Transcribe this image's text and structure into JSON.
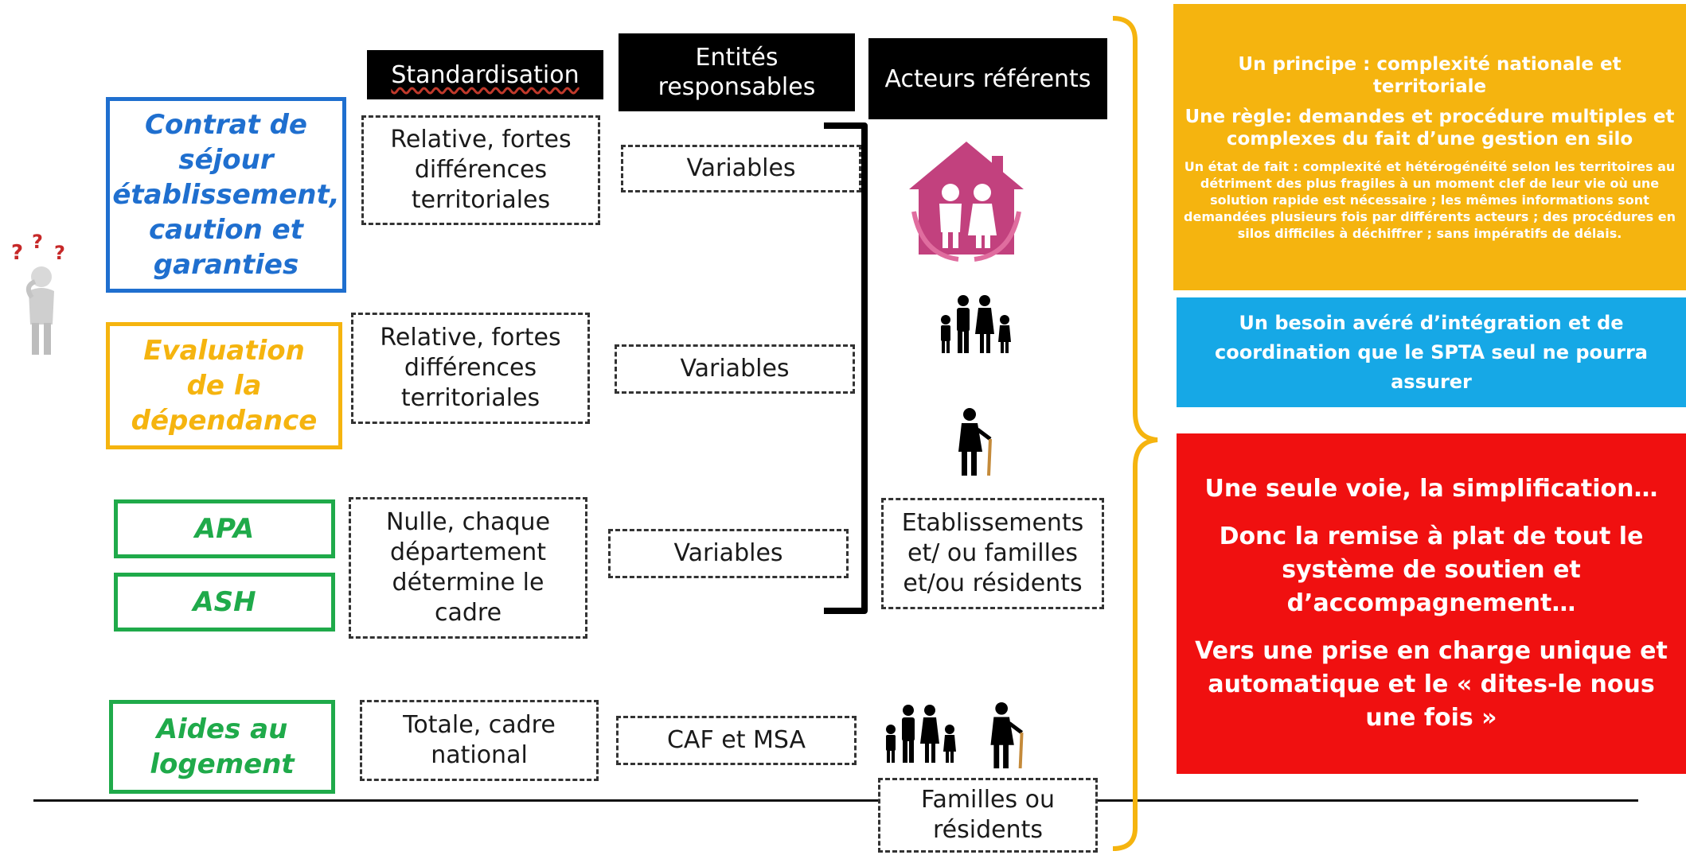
{
  "headers": {
    "standardisation": "Standardisation",
    "entites": "Entités responsables",
    "acteurs": "Acteurs référents"
  },
  "rows": [
    {
      "category": "Contrat de séjour établissement, caution et garanties",
      "color": "#1f6fcf",
      "standardisation": "Relative, fortes différences territoriales",
      "entites": "Variables"
    },
    {
      "category": "Evaluation de la dépendance",
      "color": "#f5b40f",
      "standardisation": "Relative, fortes différences territoriales",
      "entites": "Variables"
    },
    {
      "category_apa": "APA",
      "category_ash": "ASH",
      "color": "#1faa4a",
      "standardisation": "Nulle, chaque département détermine le cadre",
      "entites": "Variables",
      "acteurs": "Etablissements et/ ou familles et/ou résidents"
    },
    {
      "category": "Aides au logement",
      "color": "#1faa4a",
      "standardisation": "Totale, cadre national",
      "entites": "CAF et MSA",
      "acteurs": "Familles ou résidents"
    }
  ],
  "panels": {
    "yellow": {
      "color": "#f5b40f",
      "line1": "Un principe : complexité nationale et territoriale",
      "line2": "Une règle: demandes et procédure multiples et complexes du fait d’une gestion en silo",
      "line3": "Un état de fait : complexité et hétérogénéité selon les territoires au détriment des plus fragiles à un moment clef de leur vie où une solution rapide est nécessaire ; les mêmes informations sont demandées plusieurs fois par différents acteurs ; des procédures en silos difficiles à déchiffrer ; sans impératifs de délais."
    },
    "blue": {
      "color": "#16a8e6",
      "text": "Un besoin avéré d’intégration et de coordination que le SPTA seul ne pourra assurer"
    },
    "red": {
      "color": "#f01010",
      "line1": "Une seule voie, la simplification…",
      "line2": "Donc la remise à plat de tout le système de soutien et d’accompagnement…",
      "line3": "Vers une prise en charge unique et automatique et le « dites-le nous une fois »"
    }
  },
  "icons": [
    "thinking-person-icon",
    "house-family-icon",
    "family-icon",
    "elderly-person-icon"
  ]
}
